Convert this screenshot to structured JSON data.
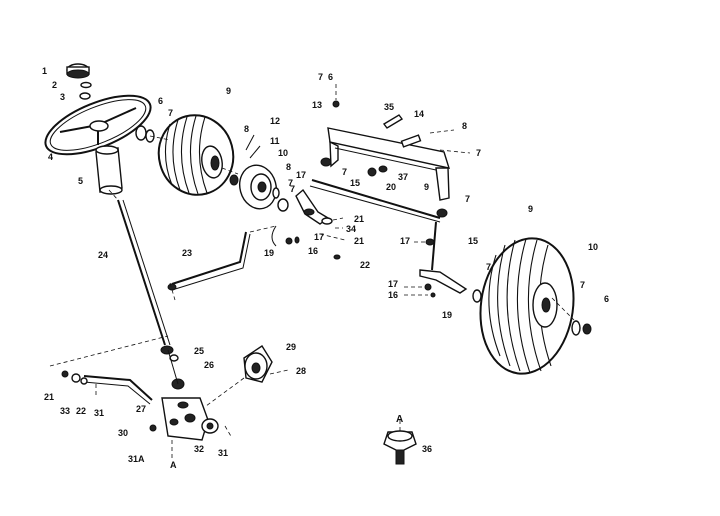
{
  "labels": {
    "l1": "1",
    "l2": "2",
    "l3": "3",
    "l4": "4",
    "l5": "5",
    "l6a": "6",
    "l7a": "7",
    "l9a": "9",
    "l8a": "8",
    "l12": "12",
    "l11": "11",
    "l10a": "10",
    "l8b": "8",
    "l7b": "7",
    "l7c": "7",
    "l6b": "6",
    "l13": "13",
    "l35": "35",
    "l14": "14",
    "l8c": "8",
    "l7d": "7",
    "l7e": "7",
    "l20": "20",
    "l37": "37",
    "l9b": "9",
    "l15a": "15",
    "l7f": "7",
    "l17a": "17",
    "l7g": "7",
    "l21a": "21",
    "l34": "34",
    "l17b": "17",
    "l21b": "21",
    "l23": "23",
    "l19a": "19",
    "l16a": "16",
    "l22a": "22",
    "l24": "24",
    "l17c": "17",
    "l15b": "15",
    "l9c": "9",
    "l10b": "10",
    "l7h": "7",
    "l17d": "17",
    "l16b": "16",
    "l19b": "19",
    "l7i": "7",
    "l6c": "6",
    "l25": "25",
    "l26": "26",
    "l29": "29",
    "l28": "28",
    "l21c": "21",
    "l33": "33",
    "l22b": "22",
    "l31a": "31",
    "l27": "27",
    "l30": "30",
    "l31A": "31A",
    "lA1": "A",
    "l32": "32",
    "l31b": "31",
    "lA2": "A",
    "l36": "36"
  }
}
